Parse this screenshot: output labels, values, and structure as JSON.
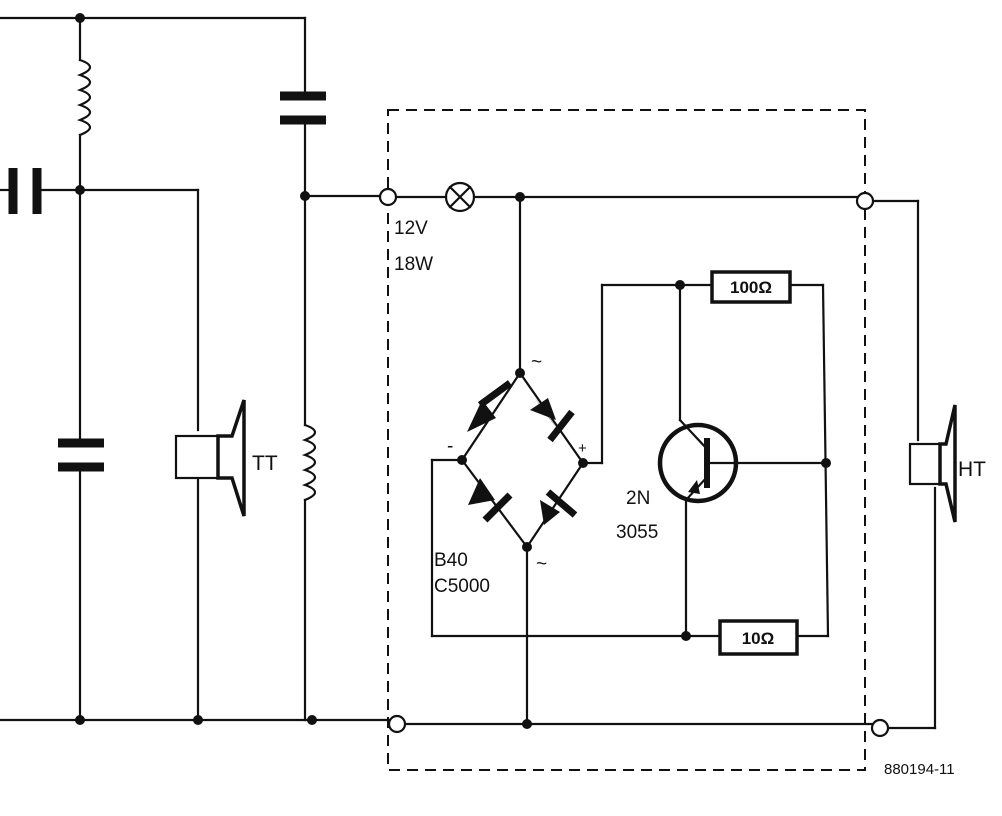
{
  "labels": {
    "lamp_voltage": "12V",
    "lamp_power": "18W",
    "bridge_line1": "B40",
    "bridge_line2": "C5000",
    "transistor_line1": "2N",
    "transistor_line2": "3055",
    "resistor_top": "100Ω",
    "resistor_bottom": "10Ω",
    "tweeter_left": "TT",
    "tweeter_right": "HT",
    "bridge_minus": "-",
    "bridge_plus": "+",
    "ac_symbol": "~",
    "figure_number": "880194-11"
  }
}
